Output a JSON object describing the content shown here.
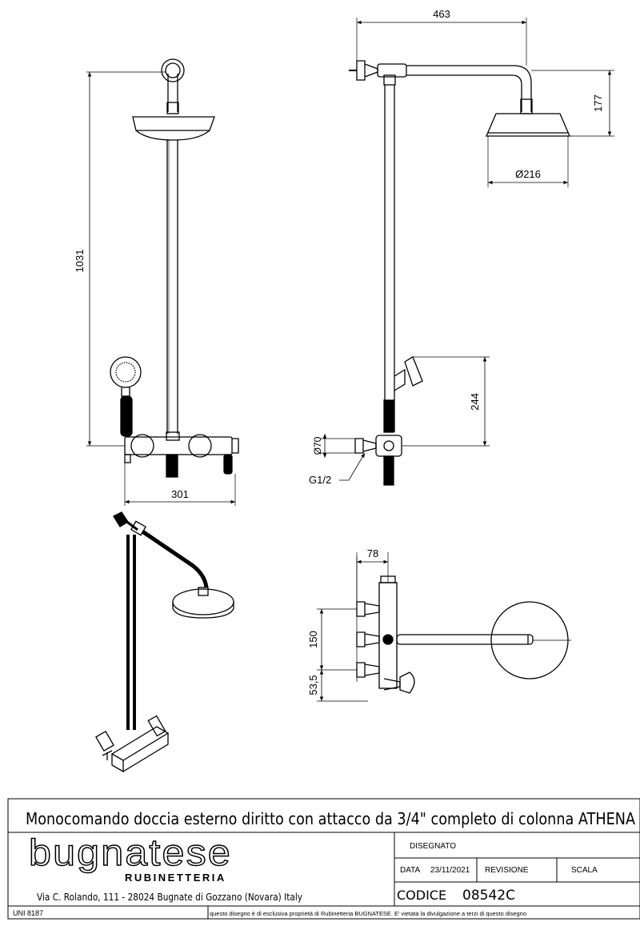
{
  "dimensions": {
    "width_463": "463",
    "height_177": "177",
    "diameter_216": "Ø216",
    "height_1031": "1031",
    "height_244": "244",
    "diameter_70": "Ø70",
    "thread_g12": "G1/2",
    "width_301": "301",
    "depth_78": "78",
    "spacing_150": "150",
    "spacing_53_5": "53,5"
  },
  "title_block": {
    "title": "Monocomando doccia esterno diritto con attacco da 3/4\" completo di colonna ATHENA",
    "brand": "bugnatese",
    "brand_sub": "RUBINETTERIA",
    "address": "Via C. Rolando, 111 - 28024 Bugnate di Gozzano (Novara) Italy",
    "disegnato_label": "DISEGNATO",
    "data_label": "DATA",
    "data_value": "23/11/2021",
    "revisione_label": "REVISIONE",
    "scala_label": "SCALA",
    "codice_label": "CODICE",
    "codice_value": "08542C",
    "uni": "UNI 8187",
    "disclaimer": "questo disegno è di esclusiva proprietà di Rubinetteria BUGNATESE. E' vietata la divulgazione a terzi di questo disegno"
  },
  "colors": {
    "line": "#000000",
    "paper": "#ffffff"
  }
}
